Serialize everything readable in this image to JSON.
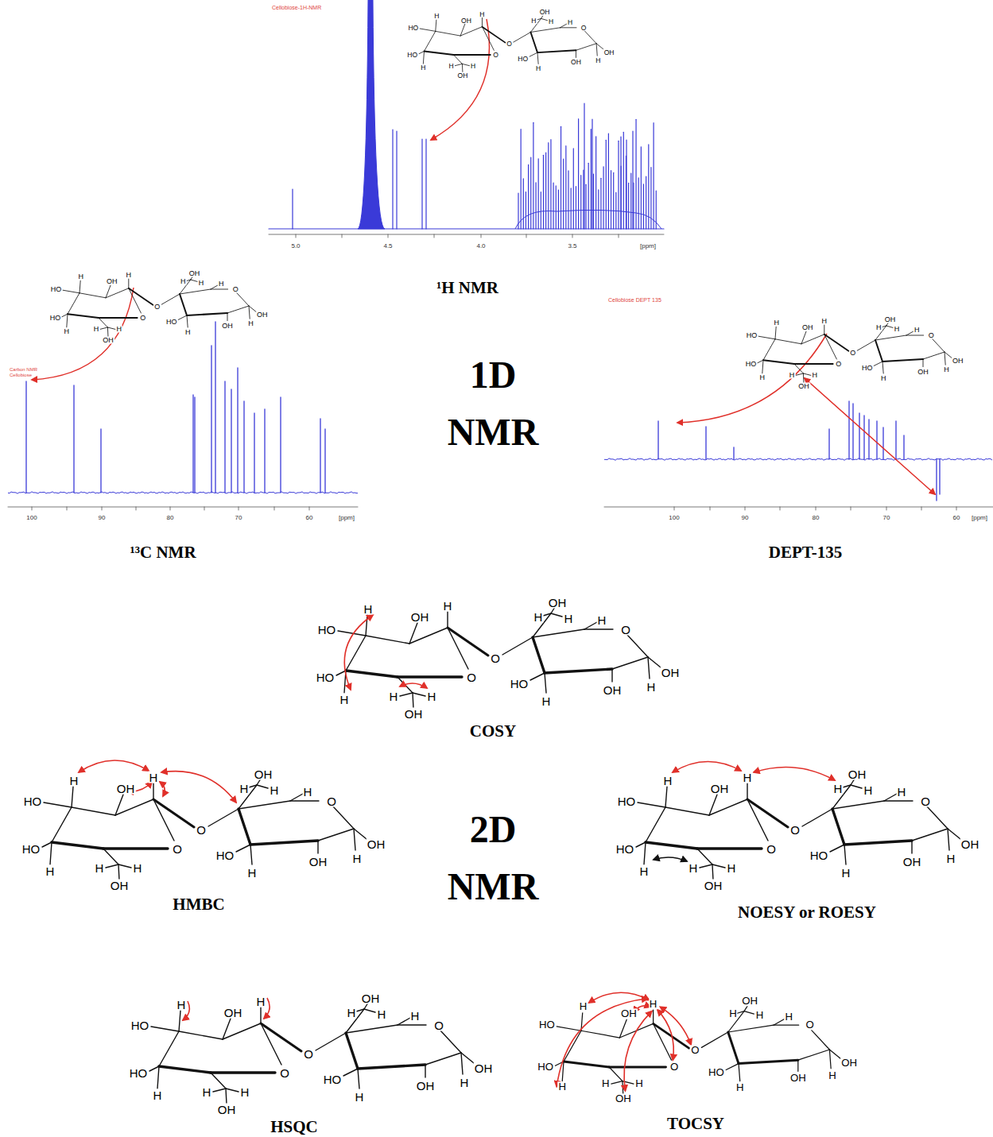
{
  "diagram": {
    "labels": [
      "Cellobiose-1H-NMR",
      "H",
      "HO",
      "OH",
      "H",
      "HO",
      "H",
      "O",
      "H",
      "H",
      "OH",
      "O",
      "OH",
      "H",
      "H",
      "H",
      "O",
      "HO",
      "OH",
      "OH",
      "H",
      "H",
      "5.0",
      "4.5",
      "4.0",
      "3.5",
      "[ppm]",
      "¹H NMR",
      "Carbon NMR Cellobiose",
      "H",
      "HO",
      "OH",
      "H",
      "HO",
      "H",
      "O",
      "H",
      "H",
      "OH",
      "O",
      "OH",
      "H",
      "H",
      "H",
      "O",
      "HO",
      "OH",
      "OH",
      "H",
      "H",
      "100",
      "90",
      "80",
      "70",
      "60",
      "[ppm]",
      "¹³C NMR",
      "1D NMR",
      "Cellobiose DEPT 135",
      "H",
      "HO",
      "OH",
      "H",
      "HO",
      "H",
      "O",
      "H",
      "H",
      "OH",
      "O",
      "OH",
      "H",
      "H",
      "H",
      "O",
      "HO",
      "OH",
      "OH",
      "H",
      "H",
      "100",
      "90",
      "80",
      "70",
      "60",
      "[ppm]",
      "DEPT-135",
      "H",
      "HO",
      "OH",
      "H",
      "HO",
      "H",
      "O",
      "H",
      "H",
      "OH",
      "O",
      "OH",
      "H",
      "H",
      "H",
      "O",
      "HO",
      "OH",
      "OH",
      "H",
      "H",
      "COSY",
      "H",
      "HO",
      "OH",
      "H",
      "HO",
      "H",
      "O",
      "H",
      "H",
      "OH",
      "O",
      "OH",
      "H",
      "H",
      "H",
      "O",
      "HO",
      "OH",
      "OH",
      "H",
      "H",
      "HMBC",
      "2D NMR",
      "H",
      "HO",
      "OH",
      "H",
      "HO",
      "H",
      "O",
      "H",
      "H",
      "OH",
      "O",
      "OH",
      "H",
      "H",
      "H",
      "O",
      "HO",
      "OH",
      "OH",
      "H",
      "H",
      "NOESY or ROESY",
      "H",
      "HO",
      "OH",
      "H",
      "HO",
      "H",
      "O",
      "H",
      "H",
      "OH",
      "O",
      "OH",
      "H",
      "H",
      "H",
      "O",
      "HO",
      "OH",
      "OH",
      "H",
      "H",
      "HSQC",
      "H",
      "HO",
      "OH",
      "H",
      "HO",
      "H",
      "O",
      "H",
      "H",
      "OH",
      "O",
      "OH",
      "H",
      "H",
      "H",
      "O",
      "HO",
      "OH",
      "OH",
      "H",
      "H",
      "TOCSY"
    ]
  }
}
